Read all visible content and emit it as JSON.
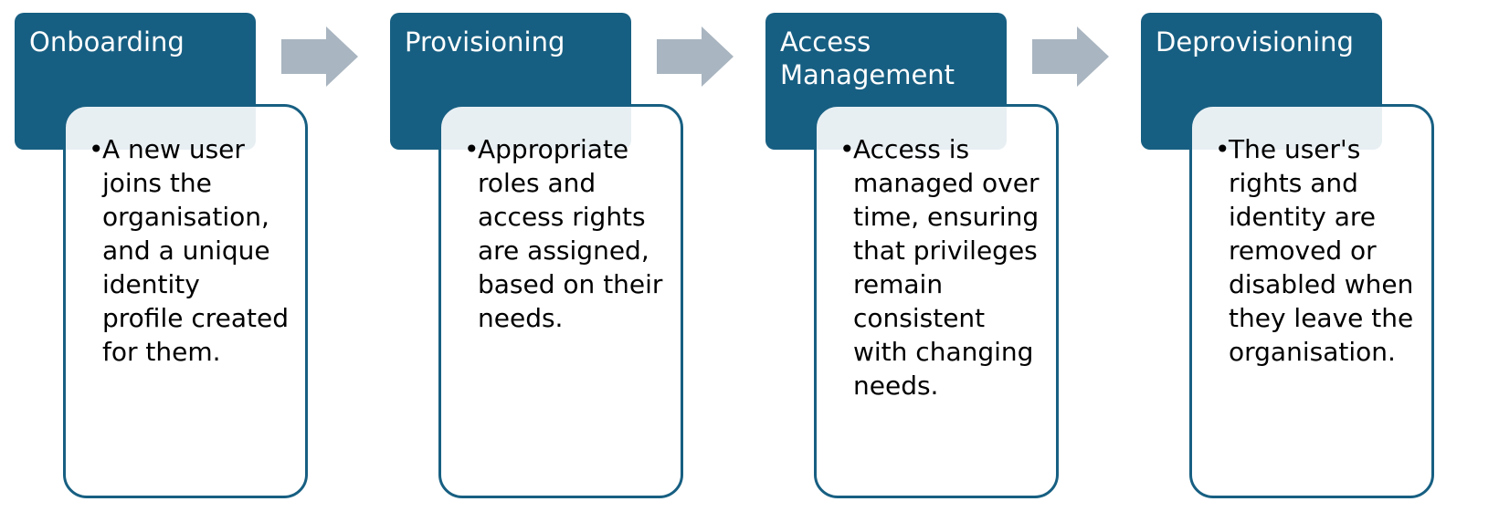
{
  "stages": [
    {
      "title": "Onboarding",
      "bullet": "A new user joins the organisation, and a unique identity profile created for them."
    },
    {
      "title": "Provisioning",
      "bullet": "Appropriate roles and access rights are assigned, based on their needs."
    },
    {
      "title": "Access\nManagement",
      "bullet": "Access is managed over time, ensuring that privileges remain consistent with changing needs."
    },
    {
      "title": "Deprovisioning",
      "bullet": "The user's rights and identity are removed or disabled when they leave the organisation."
    }
  ],
  "colors": {
    "header_fill": "#175f82",
    "card_border": "#175f82",
    "arrow_fill": "#a9b5c0"
  },
  "icons": {
    "bullet": "•",
    "arrow": "right-arrow-icon"
  }
}
